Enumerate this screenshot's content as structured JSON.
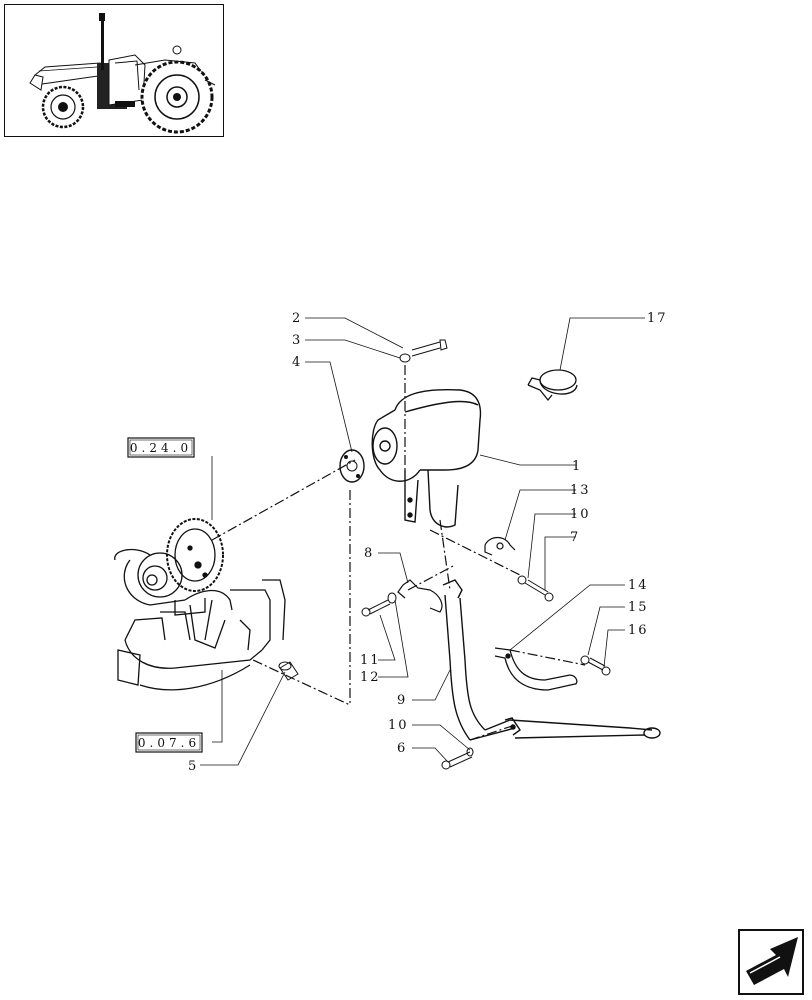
{
  "callouts": {
    "c1": "1",
    "c2": "2",
    "c3": "3",
    "c4": "4",
    "c5": "5",
    "c6": "6",
    "c7": "7",
    "c8": "8",
    "c9": "9",
    "c10a": "10",
    "c10b": "10",
    "c11": "11",
    "c12": "12",
    "c13": "13",
    "c14": "14",
    "c15": "15",
    "c16": "16",
    "c17": "17"
  },
  "refs": {
    "turbo": "0.24.0",
    "manifold": "0.07.6"
  },
  "icons": {
    "thumbnail": "tractor-thumbnail-icon",
    "nav": "next-page-arrow-icon"
  }
}
